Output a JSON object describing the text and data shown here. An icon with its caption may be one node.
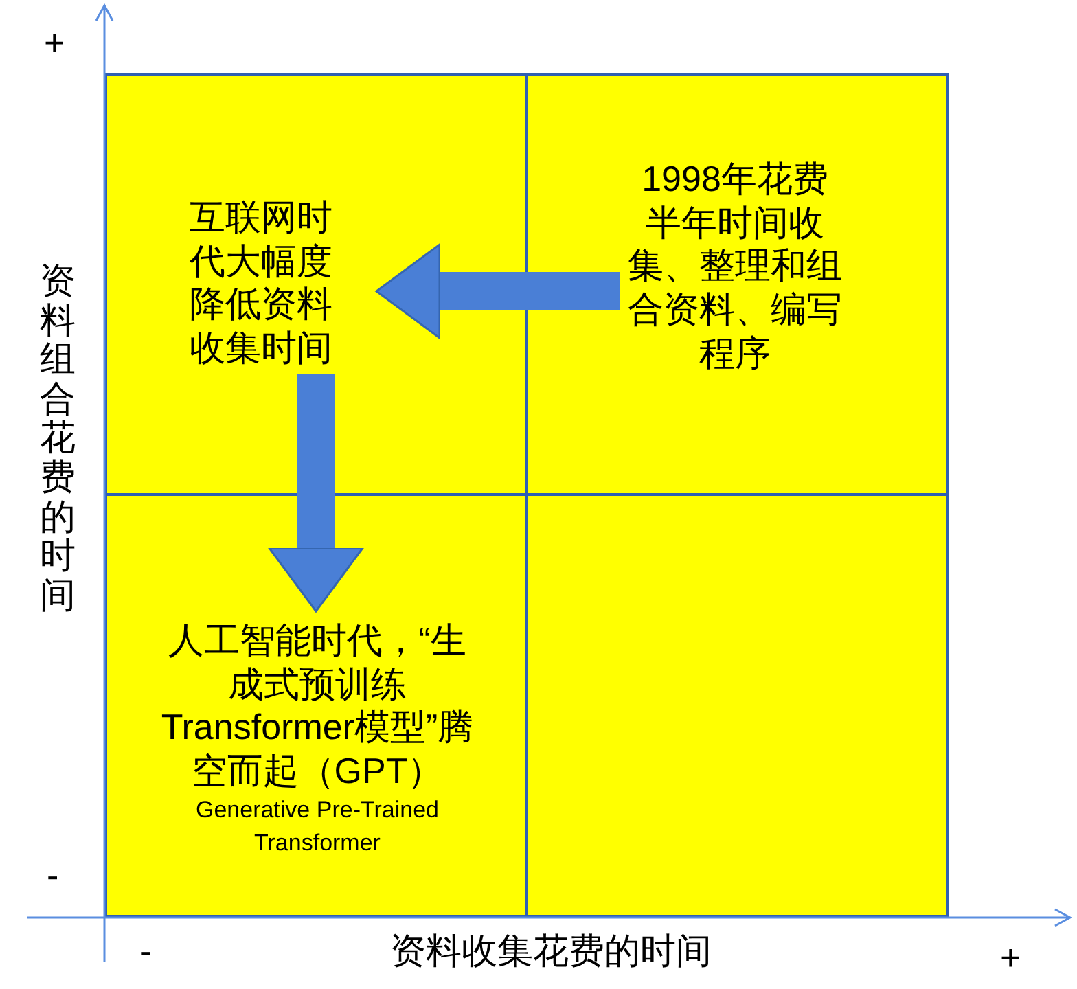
{
  "diagram": {
    "nodes": [
      {
        "text": [
          "互联网时代大幅度降低资料收集时间"
        ]
      },
      {
        "text": [
          "1998年花费半年时间收集、整理和组合资料、编写程序"
        ]
      },
      {
        "text": [
          "人工智能时代，“生成式预训练Transformer模型”腾空而起（GPT）",
          "Generative Pre-Trained Transformer"
        ]
      }
    ],
    "edges": [
      {
        "from": 1,
        "to": 0,
        "arrow": "to"
      },
      {
        "from": 0,
        "to": 2,
        "arrow": "to"
      }
    ],
    "labels": [
      "+",
      "资料组合花费的时间",
      "-",
      "-",
      "资料收集花费的时间",
      "+"
    ]
  }
}
